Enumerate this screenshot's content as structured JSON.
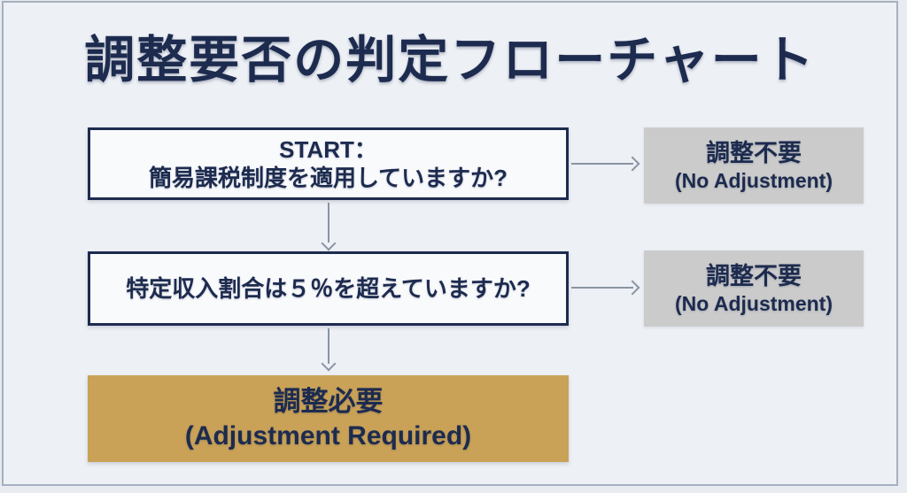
{
  "title": "調整要否の判定フローチャート",
  "colors": {
    "background": "#edf0f5",
    "navy": "#1d2b4f",
    "gold": "#c9a258",
    "gray_box": "#cbcbcb",
    "arrow": "#8a94a4",
    "frame_border": "#a6b0c0"
  },
  "flow": {
    "start": {
      "line1": "START：",
      "line2": "簡易課税制度を適用していますか?"
    },
    "question2": {
      "line1": "特定収入割合は５％を超えていますか?"
    },
    "no_adjustment_1": {
      "line1": "調整不要",
      "line2": "(No Adjustment)"
    },
    "no_adjustment_2": {
      "line1": "調整不要",
      "line2": "(No Adjustment)"
    },
    "adjustment_required": {
      "line1": "調整必要",
      "line2": "(Adjustment Required)"
    }
  }
}
